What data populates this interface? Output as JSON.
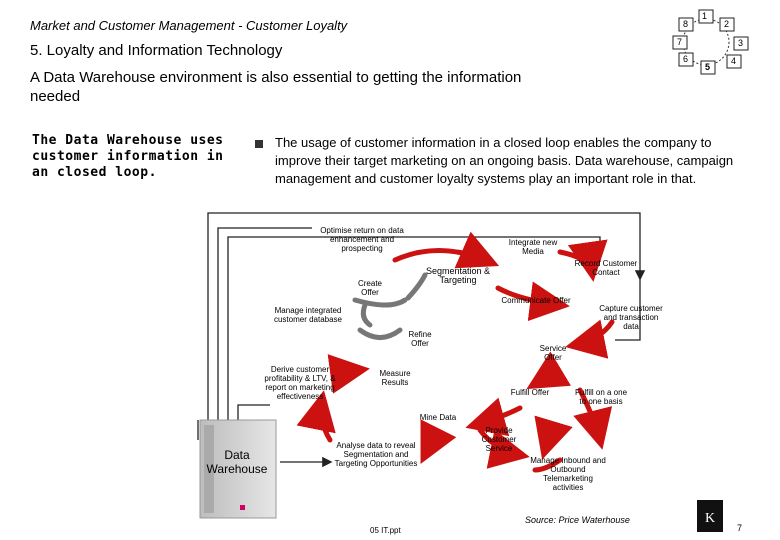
{
  "header": {
    "line1": "Market and Customer Management - Customer Loyalty",
    "line2": "5. Loyalty and Information Technology"
  },
  "subtitle": "A Data Warehouse environment is also essential to getting the information needed",
  "left_caption": "The Data Warehouse uses customer information in an closed loop.",
  "bullet_text": "The usage of customer information in a closed loop enables the company to improve their target marketing on an ongoing basis. Data warehouse, campaign management and customer loyalty systems play an important role in that.",
  "nav_badge": {
    "numbers": [
      "1",
      "2",
      "3",
      "4",
      "5",
      "6",
      "7",
      "8"
    ],
    "active": "5"
  },
  "diagram": {
    "optimise": "Optimise return on data enhancement and prospecting",
    "integrate_media": "Integrate new Media",
    "segmentation": "Segmentation & Targeting",
    "record_contact": "Record Customer Contact",
    "create_offer": "Create Offer",
    "communicate_offer": "Communicate Offer",
    "manage_db": "Manage integrated customer database",
    "capture": "Capture customer and transaction data",
    "refine_offer": "Refine Offer",
    "service_offer": "Service Offer",
    "derive": "Derive customer profitability & LTV, & report on marketing effectiveness",
    "measure": "Measure Results",
    "fulfill_offer": "Fulfill Offer",
    "fulfill_basis": "Fulfill on a one to one basis",
    "mine_data": "Mine Data",
    "provide_service": "Provide Customer Service",
    "analyse": "Analyse data to reveal Segmentation and Targeting Opportunities",
    "manage_inbound": "Manage Inbound and Outbound Telemarketing activities",
    "data_warehouse": "Data Warehouse"
  },
  "colors": {
    "arrow_red": "#cc1111",
    "arrow_grey": "#777777",
    "line_dark": "#222222"
  },
  "source": "Source: Price Waterhouse",
  "footer_file": "05 IT.ppt",
  "page_number": "7"
}
